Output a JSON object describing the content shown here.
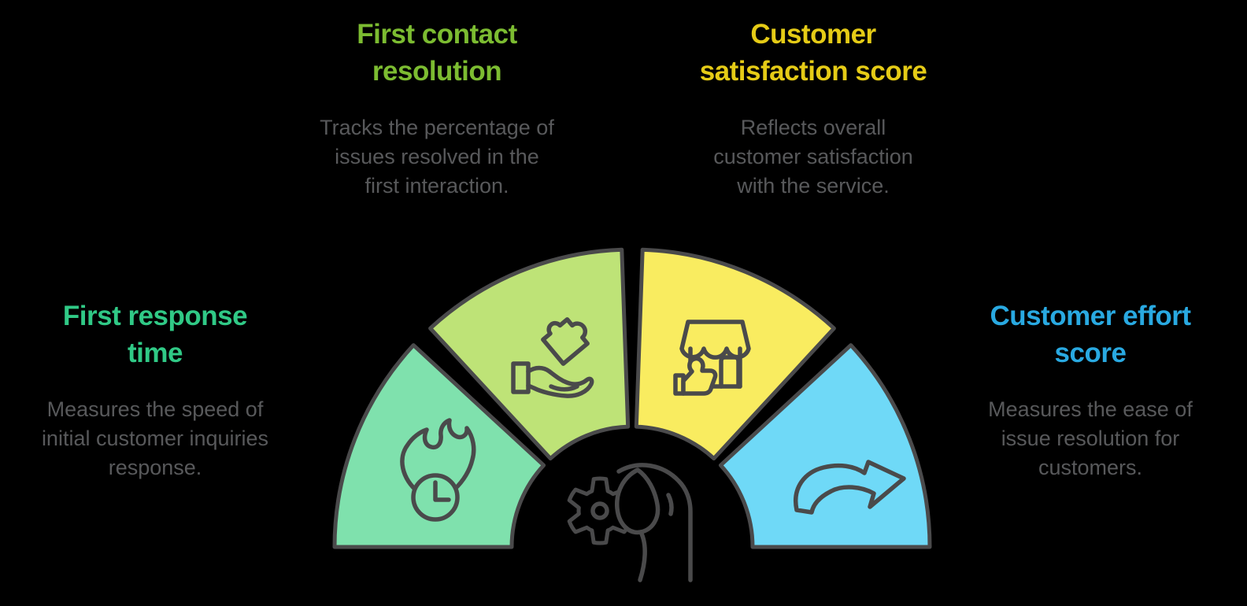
{
  "page": {
    "background_color": "#000000",
    "outline_color": "#4A4A4B",
    "description_color": "#58595B"
  },
  "center_icon": "hand-holding-gear",
  "metrics": [
    {
      "id": "first-response-time",
      "title": "First response\ntime",
      "description": "Measures the speed of\ninitial customer inquiries\nresponse.",
      "title_color": "#30C986",
      "segment_color": "#7FE1AD",
      "icon": "flaming-clock",
      "position": "left"
    },
    {
      "id": "first-contact-resolution",
      "title": "First contact\nresolution",
      "description": "Tracks the percentage of\nissues resolved in the\nfirst interaction.",
      "title_color": "#7CBC31",
      "segment_color": "#BEE377",
      "icon": "hand-offering-puzzle",
      "position": "top-left"
    },
    {
      "id": "customer-satisfaction-score",
      "title": "Customer\nsatisfaction score",
      "description": "Reflects overall\ncustomer satisfaction\nwith the service.",
      "title_color": "#E5CB16",
      "segment_color": "#F9EC60",
      "icon": "storefront-thumbs-up",
      "position": "top-right"
    },
    {
      "id": "customer-effort-score",
      "title": "Customer effort\nscore",
      "description": "Measures the ease of\nissue resolution for\ncustomers.",
      "title_color": "#29A9E1",
      "segment_color": "#6FD9F7",
      "icon": "curved-arrow",
      "position": "right"
    }
  ]
}
